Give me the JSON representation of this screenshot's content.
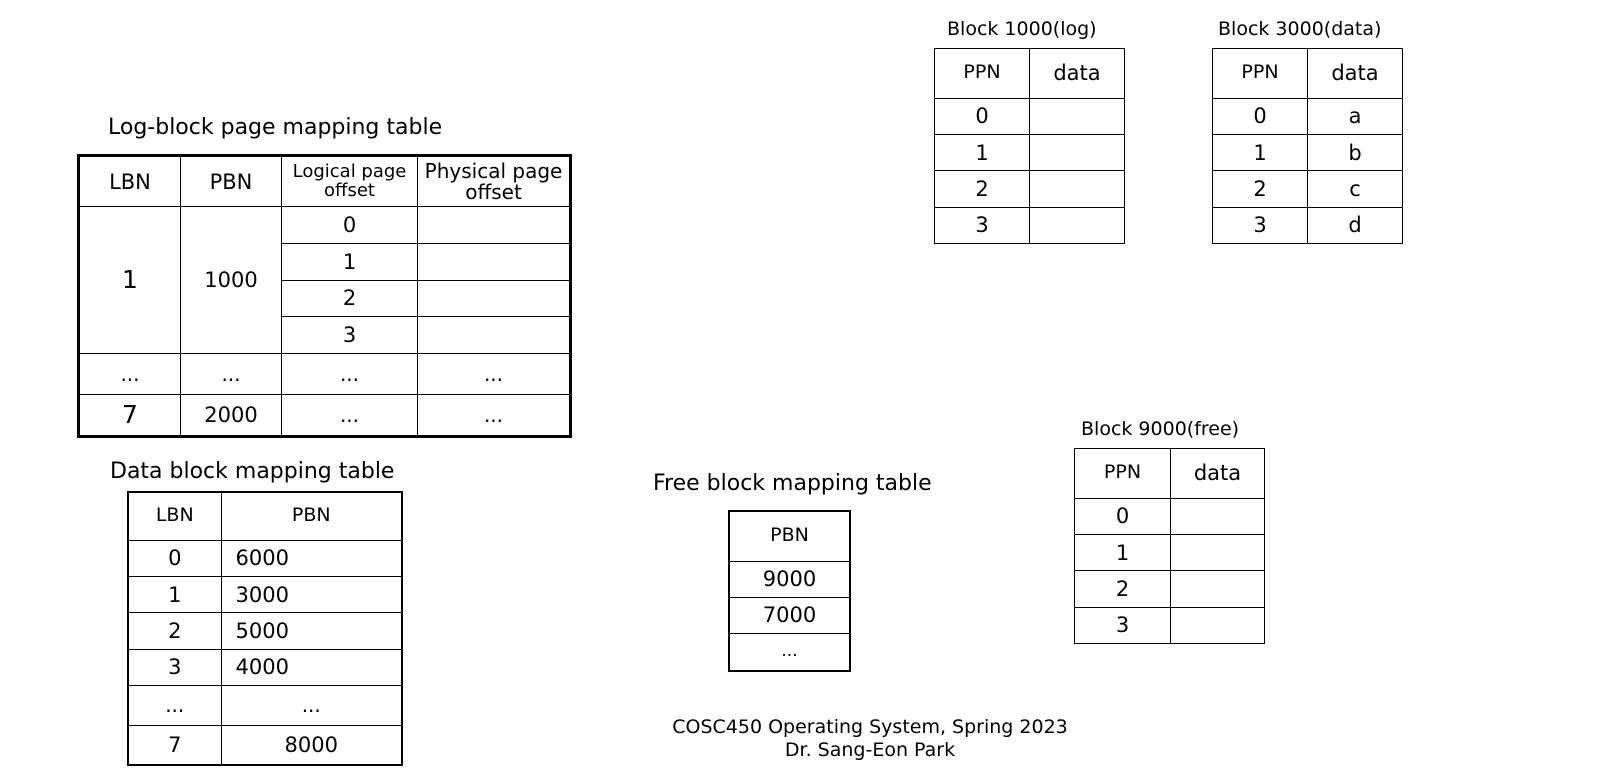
{
  "log_table": {
    "title": "Log-block page mapping table",
    "headers": [
      "LBN",
      "PBN",
      "Logical page offset",
      "Physical page offset"
    ],
    "entry1": {
      "lbn": "1",
      "pbn": "1000",
      "logical_offsets": [
        "0",
        "1",
        "2",
        "3"
      ],
      "physical_offsets": [
        "",
        "",
        "",
        ""
      ]
    },
    "ellipsis_row": [
      "...",
      "...",
      "...",
      "..."
    ],
    "entry7": {
      "lbn": "7",
      "pbn": "2000",
      "logical_offset": "...",
      "physical_offset": "..."
    }
  },
  "data_table": {
    "title": "Data block mapping table",
    "headers": [
      "LBN",
      "PBN"
    ],
    "rows": [
      {
        "lbn": "0",
        "pbn": "6000"
      },
      {
        "lbn": "1",
        "pbn": "3000"
      },
      {
        "lbn": "2",
        "pbn": "5000"
      },
      {
        "lbn": "3",
        "pbn": "4000"
      },
      {
        "lbn": "...",
        "pbn": "..."
      },
      {
        "lbn": "7",
        "pbn": "8000"
      }
    ]
  },
  "free_table": {
    "title": "Free block mapping table",
    "header": "PBN",
    "rows": [
      "9000",
      "7000",
      "..."
    ]
  },
  "block_1000": {
    "title": "Block 1000(log)",
    "headers": [
      "PPN",
      "data"
    ],
    "rows": [
      [
        "0",
        ""
      ],
      [
        "1",
        ""
      ],
      [
        "2",
        ""
      ],
      [
        "3",
        ""
      ]
    ]
  },
  "block_3000": {
    "title": "Block 3000(data)",
    "headers": [
      "PPN",
      "data"
    ],
    "rows": [
      [
        "0",
        "a"
      ],
      [
        "1",
        "b"
      ],
      [
        "2",
        "c"
      ],
      [
        "3",
        "d"
      ]
    ]
  },
  "block_9000": {
    "title": "Block 9000(free)",
    "headers": [
      "PPN",
      "data"
    ],
    "rows": [
      [
        "0",
        ""
      ],
      [
        "1",
        ""
      ],
      [
        "2",
        ""
      ],
      [
        "3",
        ""
      ]
    ]
  },
  "footer": {
    "course": "COSC450 Operating System, Spring 2023",
    "author": "Dr. Sang-Eon Park"
  }
}
